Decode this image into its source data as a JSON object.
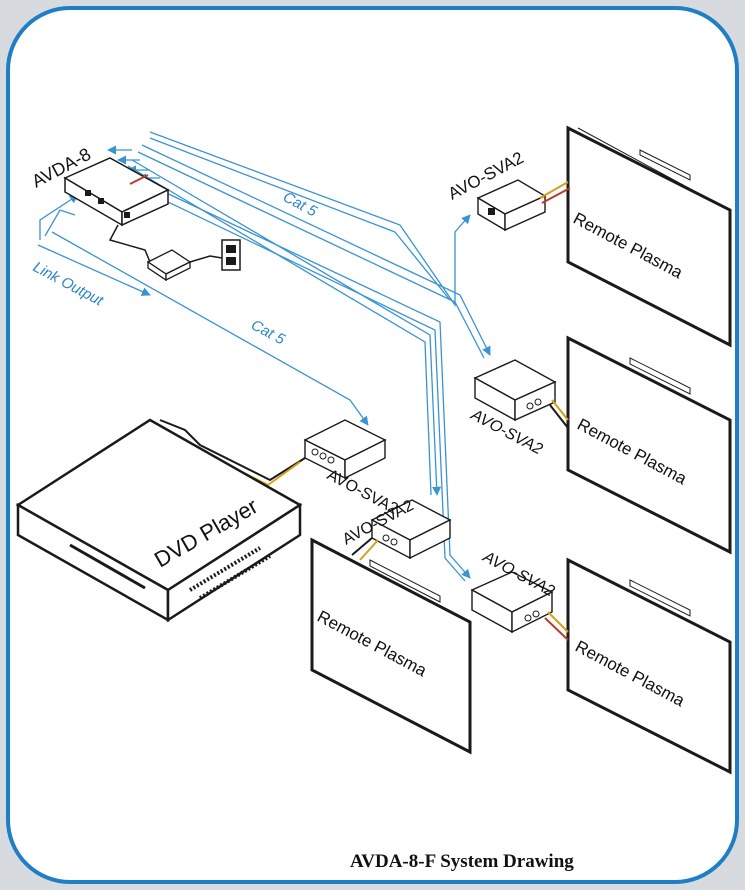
{
  "colors": {
    "frame_border": "#1f7fc4",
    "cable_blue": "#3a93d2",
    "device_fill": "#ffffff",
    "outline": "#1a1a1a",
    "background": "#ffffff"
  },
  "labels": {
    "hub": "AVDA-8",
    "link_output": "Link Output",
    "cat5_top": "Cat 5",
    "cat5_mid": "Cat 5",
    "receiver_top": "AVO-SVA2",
    "receiver_mid_right": "AVO-SVA2",
    "receiver_dvd": "AVO-SVA2",
    "receiver_center": "AVO-SVA2",
    "receiver_bottom_right": "AVO-SVA2",
    "dvd_player": "DVD Player",
    "plasma_top": "Remote Plasma",
    "plasma_mid": "Remote Plasma",
    "plasma_bottom_right": "Remote Plasma",
    "plasma_bottom_center": "Remote Plasma",
    "drawing_title": "AVDA-8-F System Drawing"
  },
  "icons": [
    "power-adapter-icon",
    "wall-outlet-icon"
  ]
}
